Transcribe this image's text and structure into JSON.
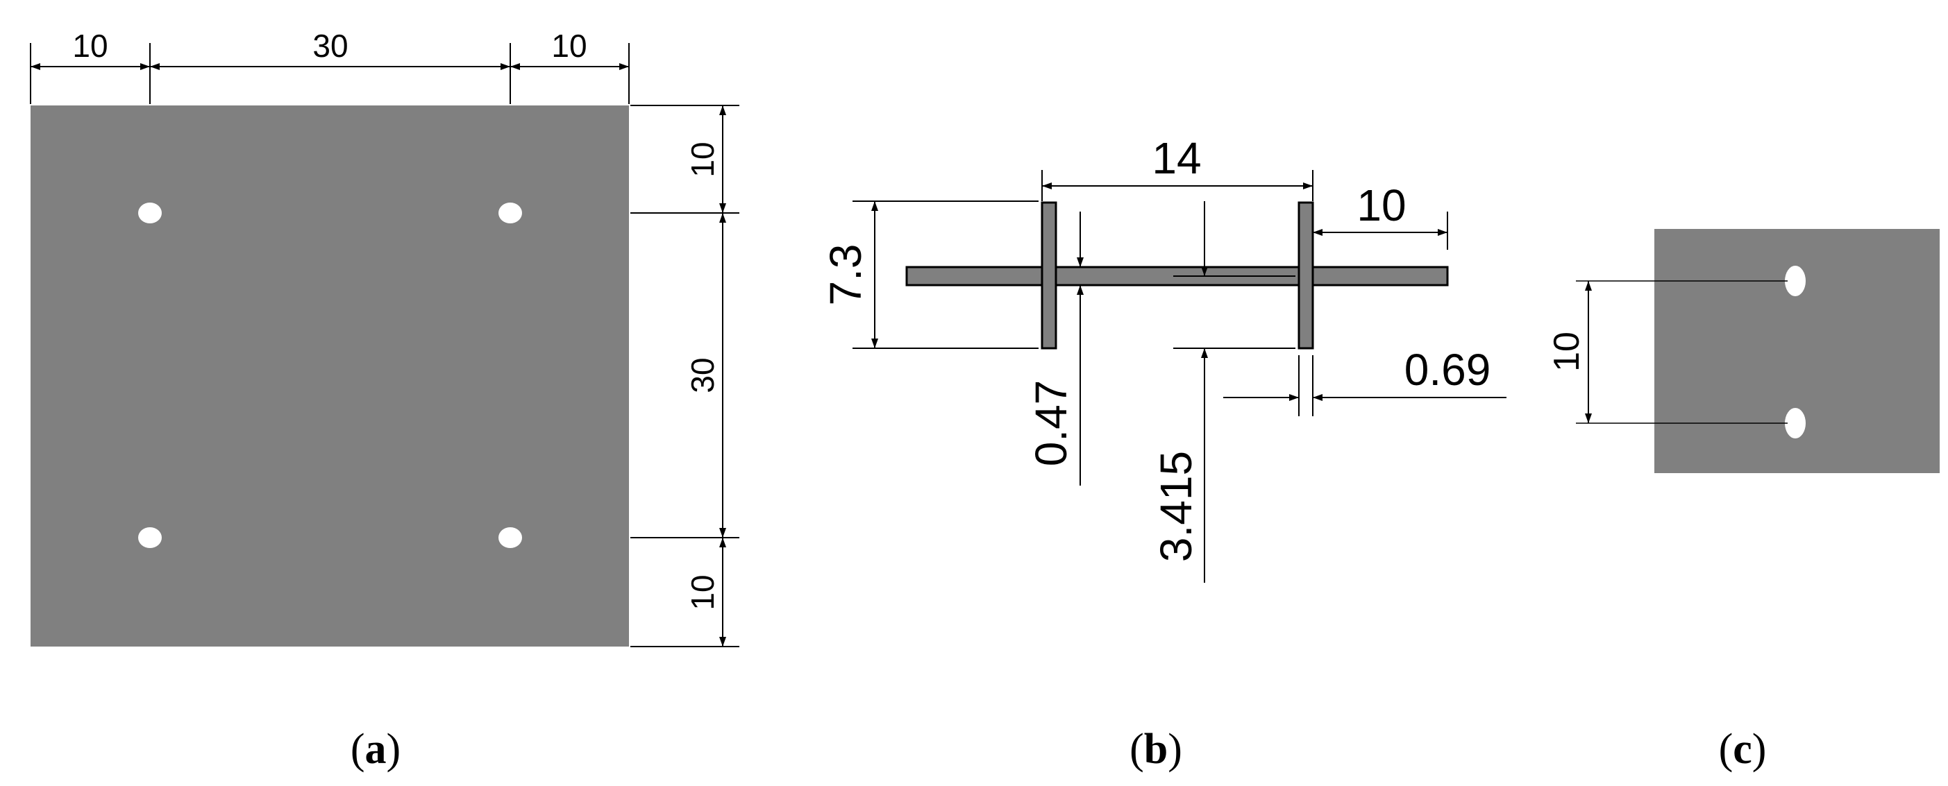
{
  "panels": {
    "a": {
      "caption_letter": "a",
      "top_dims": [
        "10",
        "30",
        "10"
      ],
      "right_dims": [
        "10",
        "30",
        "10"
      ]
    },
    "b": {
      "caption_letter": "b",
      "width_dim": "14",
      "flange_dim": "10",
      "height_dim": "7.3",
      "web_thickness_dim": "0.47",
      "offset_dim": "3.415",
      "flange_thickness_dim": "0.69"
    },
    "c": {
      "caption_letter": "c",
      "hole_spacing_dim": "10"
    }
  },
  "colors": {
    "plate_fill": "#808080",
    "hole_fill": "#ffffff",
    "line": "#000000"
  }
}
